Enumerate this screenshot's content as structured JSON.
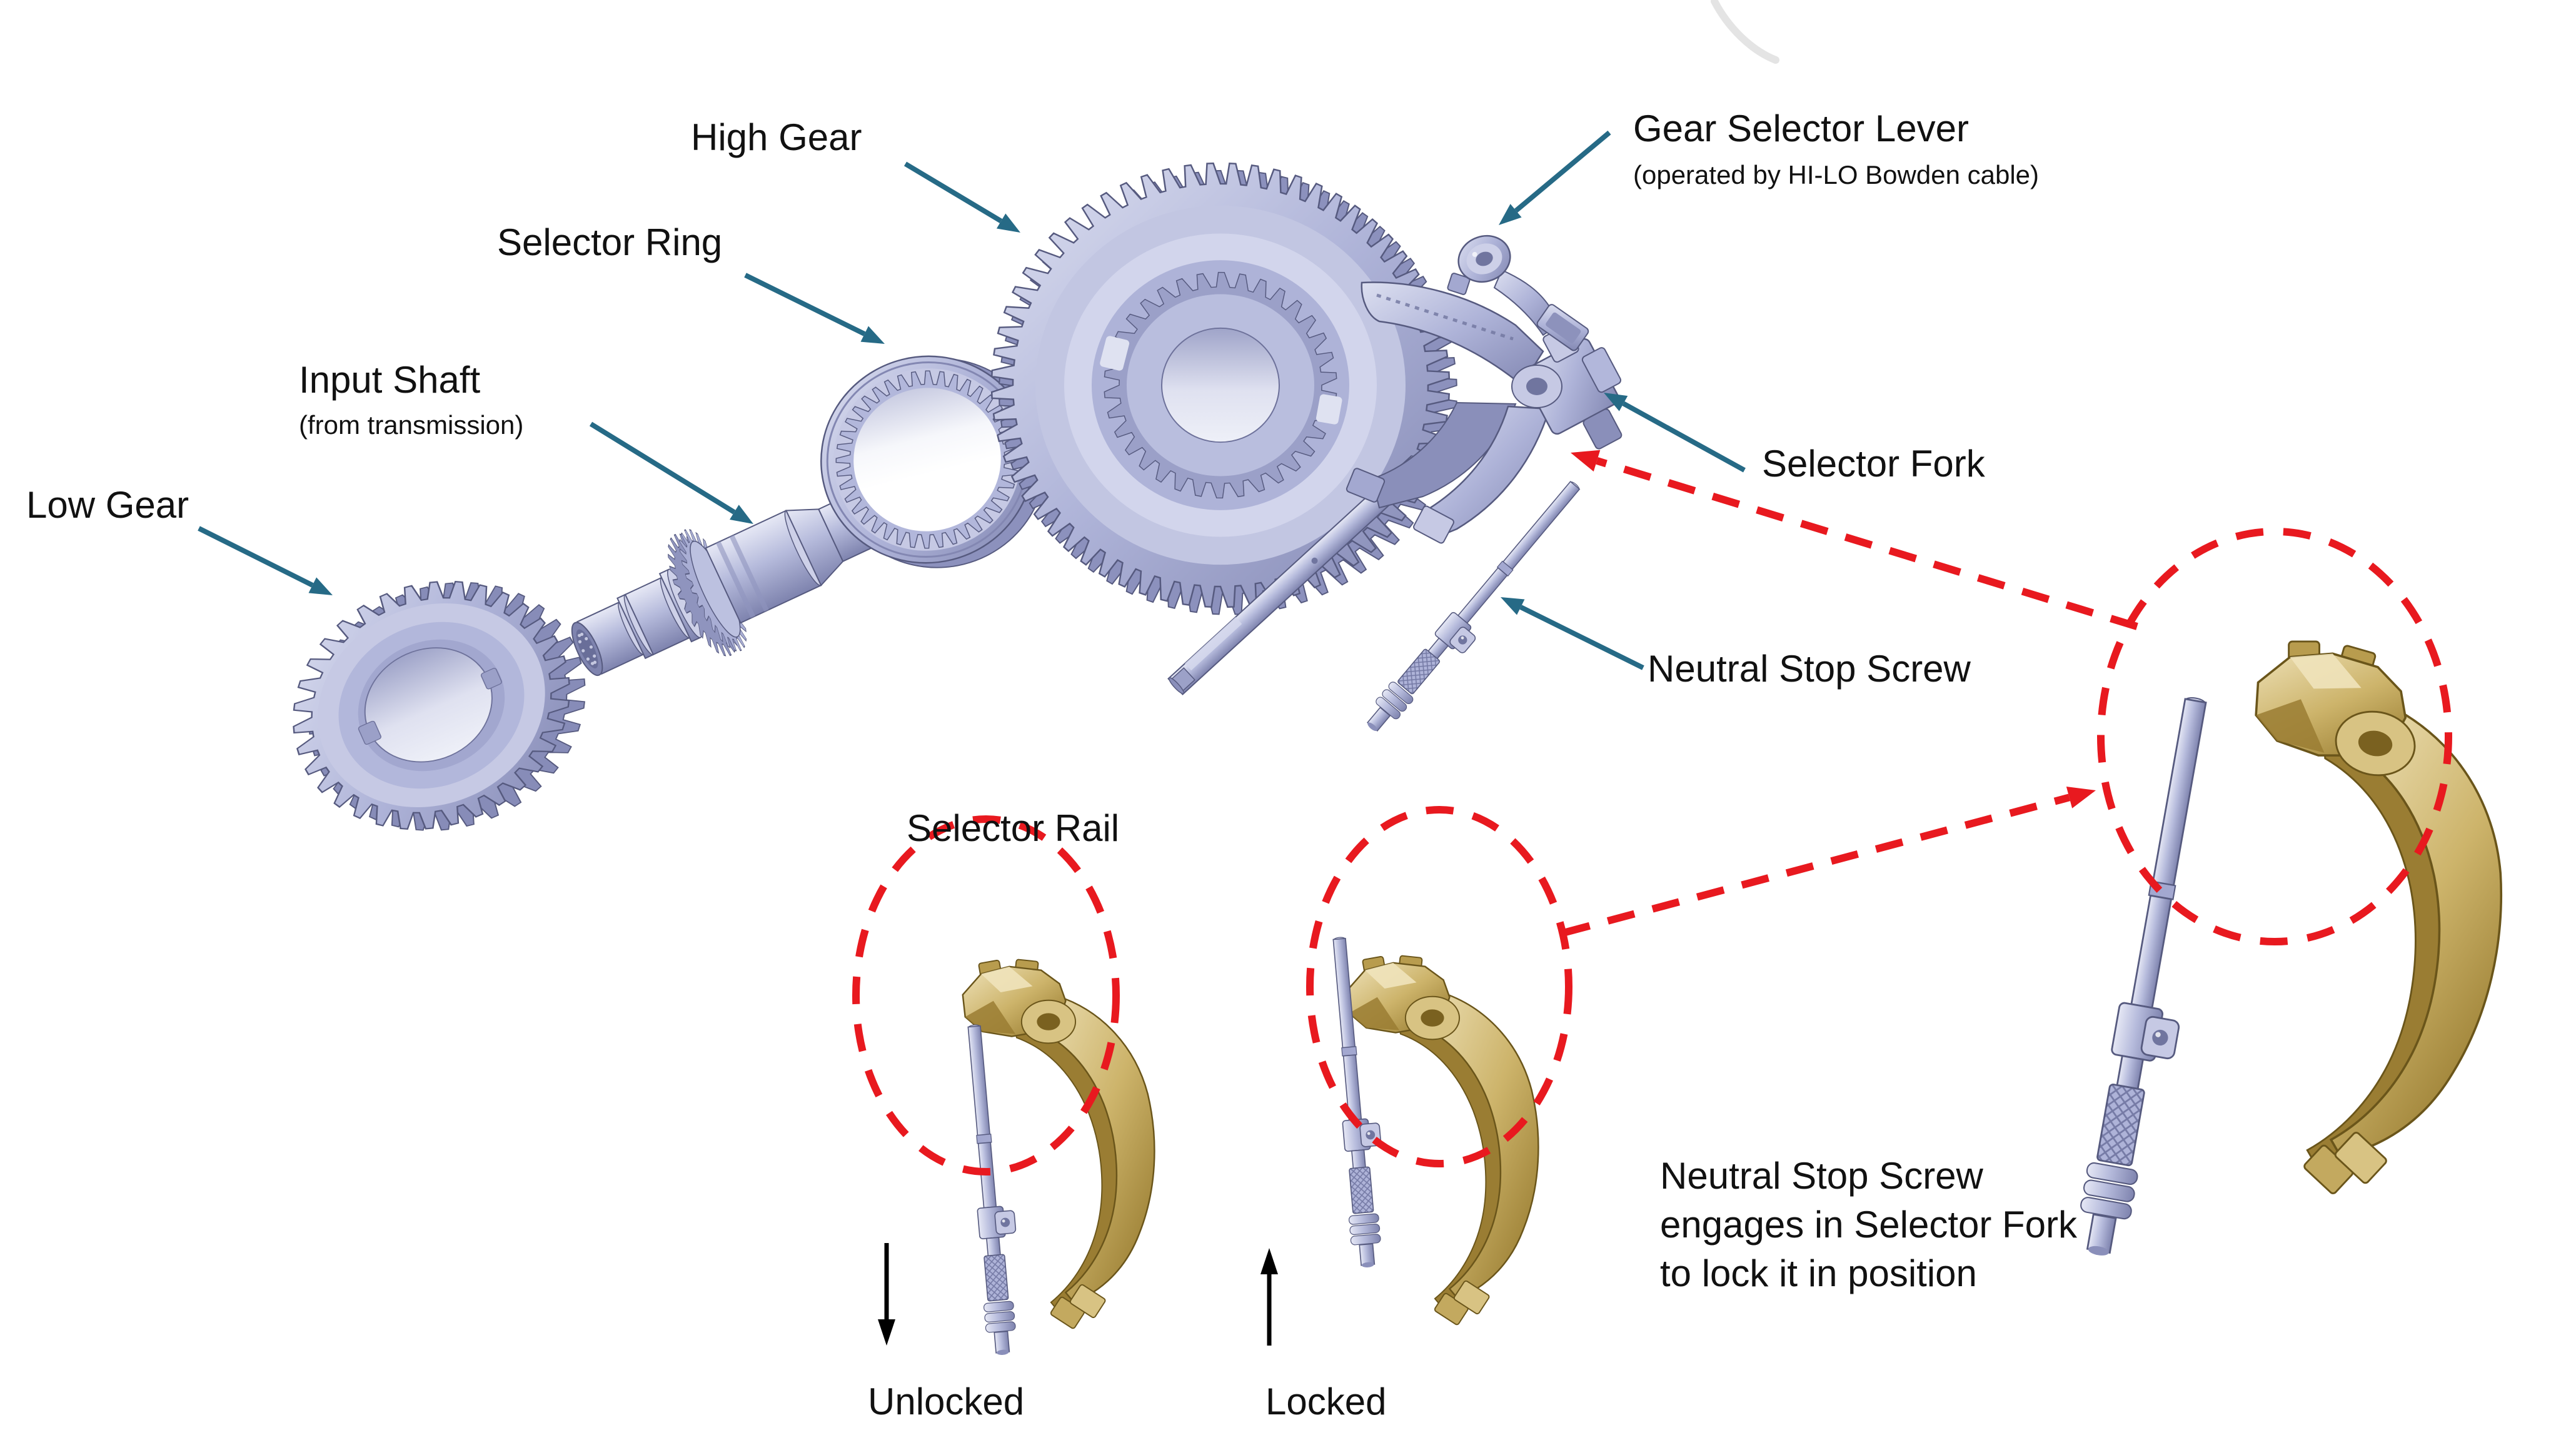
{
  "labels": {
    "high_gear": "High Gear",
    "selector_ring": "Selector Ring",
    "input_shaft": "Input Shaft",
    "input_shaft_sub": "(from transmission)",
    "low_gear": "Low Gear",
    "gear_selector_lever": "Gear Selector Lever",
    "gear_selector_lever_sub": "(operated by HI-LO Bowden cable)",
    "selector_fork": "Selector Fork",
    "selector_rail": "Selector Rail",
    "neutral_stop_screw": "Neutral Stop Screw",
    "unlocked": "Unlocked",
    "locked": "Locked"
  },
  "note": {
    "line1": "Neutral Stop Screw",
    "line2": "engages in Selector Fork",
    "line3": "to lock it in position"
  },
  "colors": {
    "background": "#ffffff",
    "label_text": "#111111",
    "callout_arrow": "#266a86",
    "highlight_dashed": "#e8191f",
    "direction_arrow": "#000000",
    "part_steel_mid": "#aeb3d8",
    "part_steel_light": "#c6c9e4",
    "part_steel_dark": "#8a8fba",
    "part_steel_line": "#565a7f",
    "part_brass_mid": "#c3a95f",
    "part_brass_light": "#d8c383",
    "part_brass_dark": "#9a7d33",
    "part_brass_line": "#6a551a"
  }
}
